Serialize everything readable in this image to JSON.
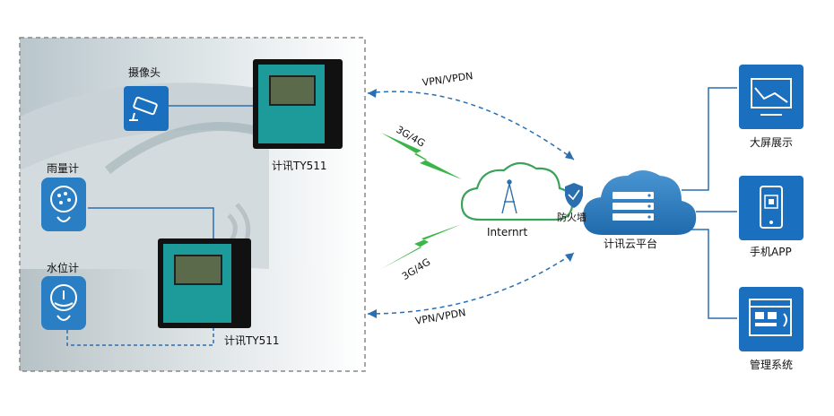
{
  "labels": {
    "camera": "摄像头",
    "rain_gauge": "雨量计",
    "water_level": "水位计",
    "device_top": "计讯TY511",
    "device_bottom": "计讯TY511",
    "link_top": "VPN/VPDN",
    "link_bottom": "VPN/VPDN",
    "cell_top": "3G/4G",
    "cell_bottom": "3G/4G",
    "internet": "Internrt",
    "firewall": "防火墙",
    "cloud_platform": "计讯云平台",
    "big_screen": "大屏展示",
    "mobile_app": "手机APP",
    "management": "管理系统"
  },
  "colors": {
    "tile_blue": "#1b6fbf",
    "sensor_blue": "#2a7fc4",
    "device_teal": "#1c9b9a",
    "bolt_green": "#3bb54a",
    "cloud_green": "#3aa35a",
    "cloud_blue": "#2f7fc0",
    "dashed_blue": "#2a6fb0",
    "frame_gray": "#888888"
  }
}
